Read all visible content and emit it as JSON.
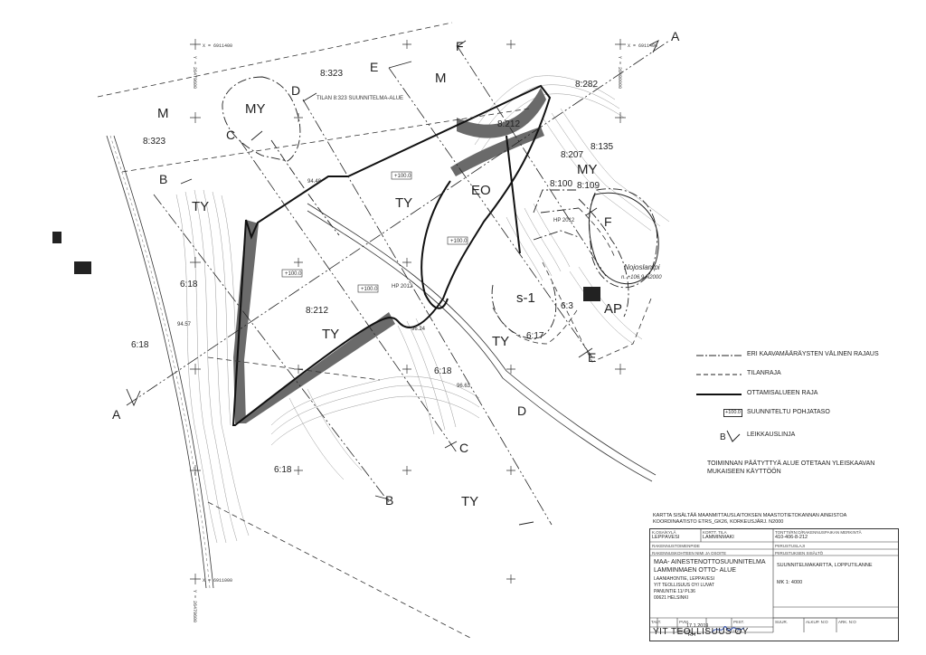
{
  "coords": {
    "top_left_x": "X = 6911400",
    "top_left_y": "Y = 26479600",
    "top_right_x": "X = 6911400",
    "top_right_y": "Y = 26480000",
    "bottom_left_x": "X = 6911000",
    "bottom_left_y": "Y = 26479600"
  },
  "zones": [
    "M",
    "MY",
    "M",
    "TY",
    "TY",
    "TY",
    "TY",
    "EO",
    "MY",
    "AP",
    "TY",
    "s-1"
  ],
  "parcels": [
    "8:323",
    "8:323",
    "8:212",
    "8:212",
    "8:282",
    "8:207",
    "8:135",
    "8:100",
    "8:109",
    "6:18",
    "6:18",
    "6:18",
    "6:18",
    "6:17",
    "6:3"
  ],
  "section_letters": [
    "A",
    "A",
    "B",
    "B",
    "C",
    "C",
    "D",
    "D",
    "E",
    "E",
    "F",
    "F"
  ],
  "map_labels": {
    "plan_area": "TILAN 8:323 SUUNNITELMA-ALUE",
    "pond_name": "Nojoslampi",
    "pond_level": "n. +106.9 N2000",
    "level_100": "+100.0",
    "hp1": "HP 2012",
    "hp2": "HP 2012",
    "elev1": "94.48",
    "elev2": "96.24",
    "elev3": "96.63",
    "elev4": "94.57"
  },
  "legend": {
    "items": [
      {
        "label": "ERI KAAVAMÄÄRÄYSTEN VÄLINEN RAJAUS"
      },
      {
        "label": "TILANRAJA"
      },
      {
        "label": "OTTAMISALUEEN RAJA"
      },
      {
        "label": "SUUNNITELTU POHJATASO",
        "symbol_text": "+100.0"
      },
      {
        "label": "LEIKKAUSLINJA",
        "symbol_text": "B"
      }
    ],
    "note": "TOIMINNAN PÄÄTYTTYÄ ALUE OTETAAN YLEISKAAVAN MUKAISEEN KÄYTTÖÖN"
  },
  "title_block": {
    "note1": "KARTTA SISÄLTÄÄ MAANMITTAUSLAITOKSEN MAASTOTIETOKANNAN AINEISTOA",
    "note2": "KOORDINAATISTO ETRS_GK26, KORKEUSJÄRJ. N2000",
    "h_kunta": "K.OSA/KYLÄ",
    "v_kunta": "LEPPÄVESI",
    "h_tila": "KORTT. TILA",
    "v_tila": "LAMMINMÄKI",
    "h_tontti": "TONTTI/RN:O/RAKENNUSPAIKAN MERKINTÄ",
    "v_tontti": "410-406-8-212",
    "h_rak": "RAKENNUSTOIMENPIDE",
    "h_piirustuslaji": "PIIRUSTUSLAJI",
    "h_hanke": "RAKENNUSKOHTEEN NIMI JA OSOITE",
    "h_sisalto": "PIIRUSTUKSEN SISÄLTÖ",
    "project_line1": "MAA- AINESTENOTTOSUUNNITELMA",
    "project_line2": "LAMMINMÄEN OTTO- ALUE",
    "project_line3": "LAANIAHONTIE, LEPPÄVESI",
    "company_line": "YIT TEOLLISUUS OY/ LUVAT",
    "address_line1": "PANUNTIE 11/ PL36",
    "address_line2": "00621 HELSINKI",
    "content_title": "SUUNNITELMAKARTTA, LOPPUTILANNE",
    "scale": "MK 1: 4000",
    "h_talt": "TALT.",
    "h_pvm": "PVM.",
    "v_pvm": "17.1.2019",
    "h_piist": "PIIST.",
    "h_suun": "SUUN.",
    "v_suun": "RH",
    "h_hyv": "HYV.",
    "h_suur": "SUUR.",
    "h_alkup": "ALKUP. N:O",
    "h_arkno": "ARK. N:O",
    "company": "YIT TEOLLISUUS OY"
  }
}
